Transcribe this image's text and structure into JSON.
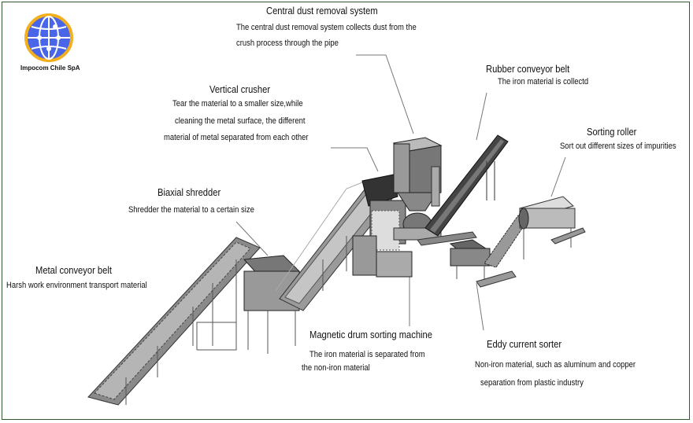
{
  "logo": {
    "company": "Impocom Chile SpA",
    "globe_color": "#4a66e8",
    "ring_color": "#f2b01e"
  },
  "labels": {
    "dust": {
      "title": "Central dust removal system",
      "desc": [
        "The central dust removal system collects dust from the",
        "crush process through the pipe"
      ]
    },
    "rubber": {
      "title": "Rubber conveyor belt",
      "desc": [
        "The iron material is collectd"
      ]
    },
    "sorting": {
      "title": "Sorting roller",
      "desc": [
        "Sort out different sizes of impurities"
      ]
    },
    "crusher": {
      "title": "Vertical crusher",
      "desc": [
        "Tear the material to a smaller size,while",
        "cleaning the metal surface, the different",
        "material of metal separated from each other"
      ]
    },
    "shredder": {
      "title": "Biaxial shredder",
      "desc": [
        "Shredder the material to a certain size"
      ]
    },
    "metal": {
      "title": "Metal conveyor belt",
      "desc": [
        "Harsh work environment transport material"
      ]
    },
    "magnetic": {
      "title": "Magnetic drum sorting machine",
      "desc": [
        "The iron material is separated from",
        "the non-iron material"
      ]
    },
    "eddy": {
      "title": "Eddy current sorter",
      "desc": [
        "Non-iron material, such as aluminum and copper",
        "separation from plastic industry"
      ]
    }
  }
}
